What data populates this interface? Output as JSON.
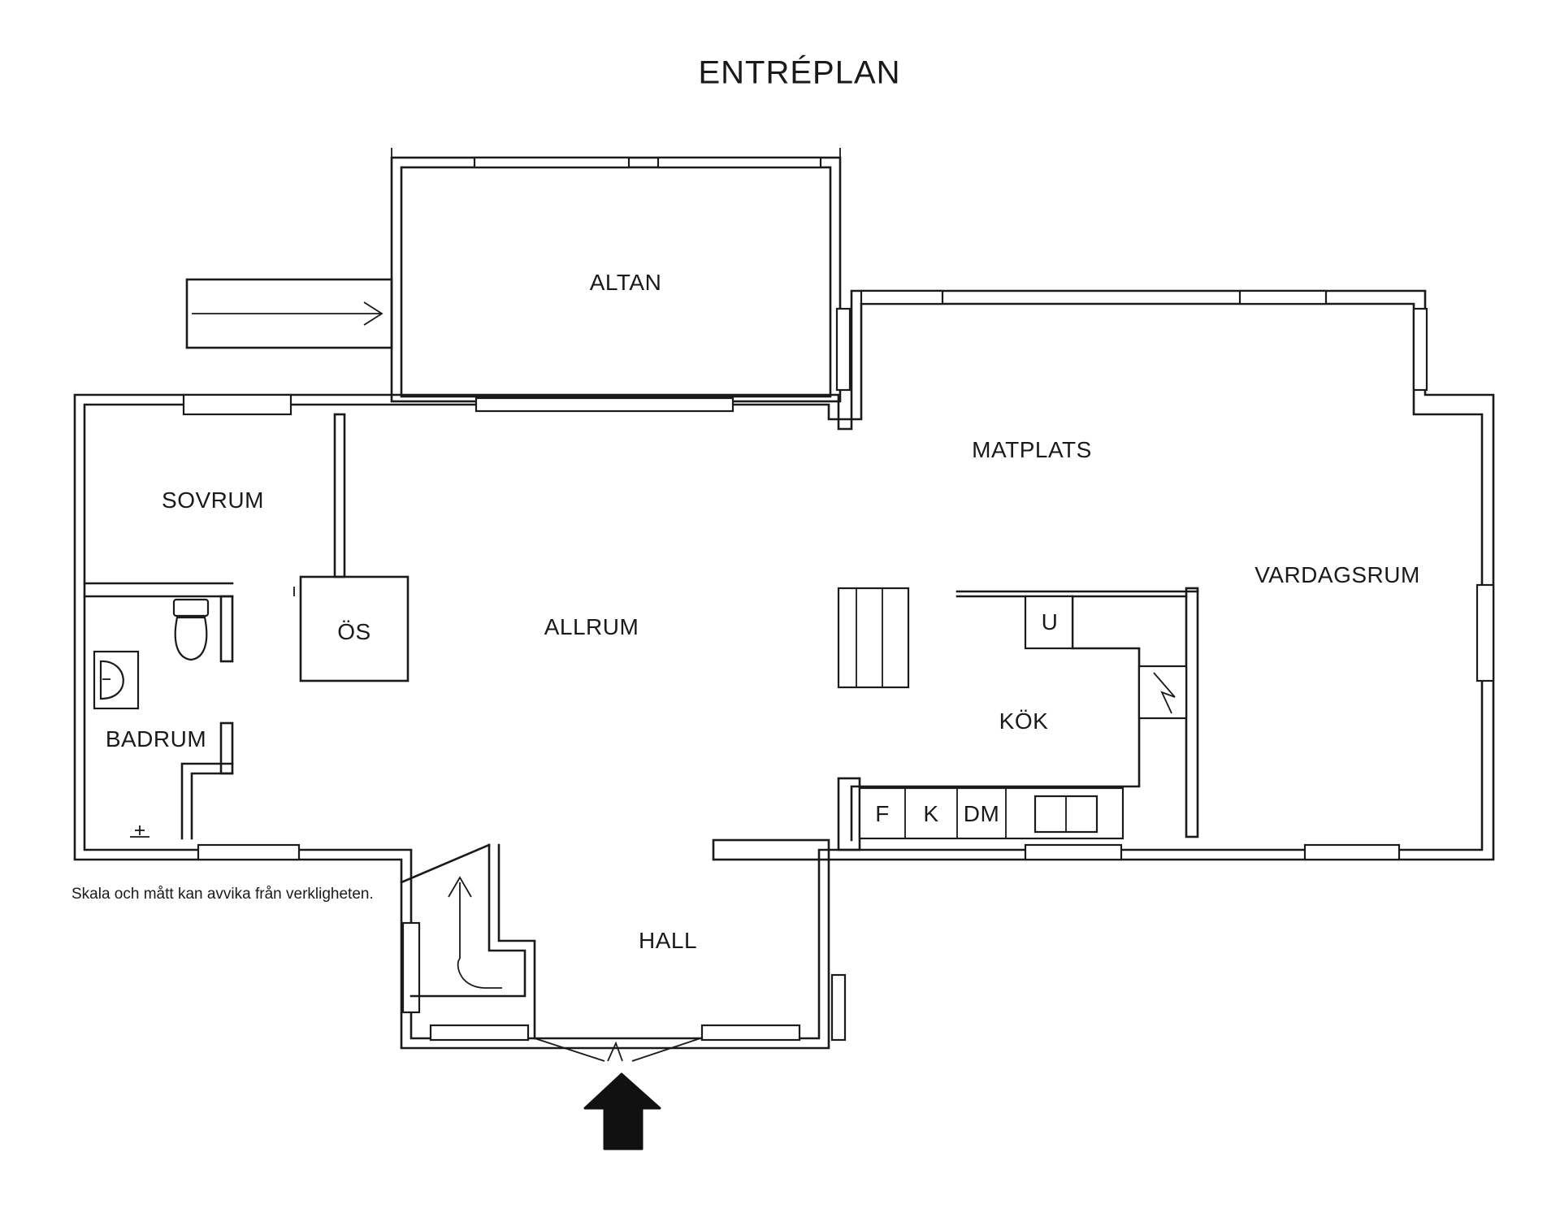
{
  "title": "ENTRÉPLAN",
  "disclaimer": "Skala och mått kan avvika från verkligheten.",
  "rooms": {
    "altan": "ALTAN",
    "matplats": "MATPLATS",
    "sovrum": "SOVRUM",
    "vardagsrum": "VARDAGSRUM",
    "os": "ÖS",
    "allrum": "ALLRUM",
    "u": "U",
    "badrum": "BADRUM",
    "kok": "KÖK",
    "f": "F",
    "k": "K",
    "dm": "DM",
    "hall": "HALL"
  },
  "icons": {
    "entrance": "entrance-arrow-icon",
    "stairs": "stair-arrow-icon",
    "ramp": "ramp-arrow-icon",
    "toilet": "toilet-icon",
    "sink": "sink-icon",
    "chimney": "chimney-icon",
    "drain": "floor-drain-icon"
  }
}
